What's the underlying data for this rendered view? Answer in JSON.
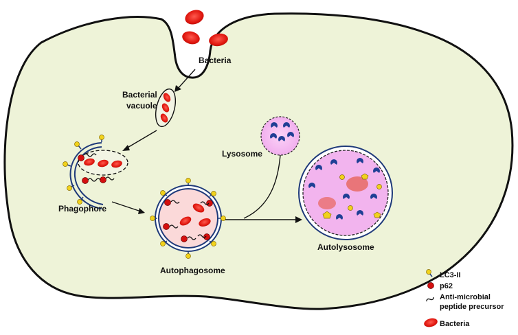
{
  "labels": {
    "bacteria": "Bacteria",
    "bacterial_vacuole_line1": "Bacterial",
    "bacterial_vacuole_line2": "vacuole",
    "phagophore": "Phagophore",
    "lysosome": "Lysosome",
    "autophagosome": "Autophagosome",
    "autolysosome": "Autolysosome"
  },
  "legend": {
    "lc3": "LC3-II",
    "p62": "p62",
    "amp_line1": "Anti-microbial",
    "amp_line2": "peptide precursor",
    "bacteria": "Bacteria"
  },
  "colors": {
    "cell_fill": "#eef3d8",
    "lysosome_fill": "#f2b4ee",
    "autophagosome_fill": "#fbd9d9",
    "membrane": "#1f3a7a",
    "bacteria": "#e8201a",
    "p62": "#d40f0f",
    "lc3": "#f1d21c",
    "enzyme": "#1f3f95"
  }
}
